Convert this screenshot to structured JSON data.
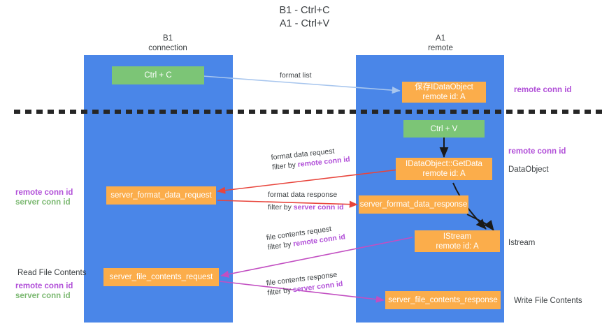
{
  "title": {
    "line1": "B1 - Ctrl+C",
    "line2": "A1 - Ctrl+V"
  },
  "columns": [
    {
      "name": "B1",
      "sub": "connection"
    },
    {
      "name": "A1",
      "sub": "remote"
    }
  ],
  "nodes": {
    "ctrl_c": {
      "label": "Ctrl + C",
      "color": "#7cc576"
    },
    "ctrl_v": {
      "label": "Ctrl + V",
      "color": "#7cc576"
    },
    "save_idataobject": {
      "line1": "保存IDataObject",
      "line2": "remote id: A",
      "color": "#fbad4b"
    },
    "getdata": {
      "line1": "IDataObject::GetData",
      "line2": "remote id: A",
      "color": "#fbad4b"
    },
    "istream": {
      "line1": "IStream",
      "line2": "remote id: A",
      "color": "#fbad4b"
    },
    "server_format_data_request": {
      "label": "server_format_data_request",
      "color": "#fbad4b"
    },
    "server_format_data_response": {
      "label": "server_format_data_response",
      "color": "#fbad4b"
    },
    "server_file_contents_request": {
      "label": "server_file_contents_request",
      "color": "#fbad4b"
    },
    "server_file_contents_response": {
      "label": "server_file_contents_response",
      "color": "#fbad4b"
    }
  },
  "arrows": {
    "format_list": {
      "label": "format list",
      "color": "#a8c6ee"
    },
    "format_data_request": {
      "label": "format data request",
      "filter_prefix": "filter by ",
      "filter_key": "remote conn id",
      "color": "#e8453c"
    },
    "format_data_response": {
      "label": "format data response",
      "filter_prefix": "filter by ",
      "filter_key": "server conn id",
      "color": "#e8453c"
    },
    "file_contents_request": {
      "label": "file contents request",
      "filter_prefix": "filter by ",
      "filter_key": "remote conn id",
      "color": "#c councils"
    },
    "file_contents_response": {
      "label": "file contents response",
      "filter_prefix": "filter by ",
      "filter_key": "server conn id",
      "color": "#c24fc2"
    }
  },
  "side_labels": {
    "right_remote_conn_id_top": "remote conn id",
    "right_remote_conn_id_mid": "remote conn id",
    "right_dataobject": "DataObject",
    "right_istream": "Istream",
    "right_write_file_contents": "Write File Contents",
    "left_remote_conn_id": "remote conn id",
    "left_server_conn_id": "server conn id",
    "left_read_file_contents": "Read File Contents",
    "left_remote_conn_id_2": "remote conn id",
    "left_server_conn_id_2": "server conn id"
  },
  "colors": {
    "lane": "#4a86e8",
    "green_node": "#7cc576",
    "orange_node": "#fbad4b",
    "purple": "#b14fd8",
    "green_text": "#7cb972",
    "red_arrow": "#e8453c",
    "magenta_arrow": "#c24fc2",
    "blue_arrow": "#a8c6ee",
    "divider": "#262626"
  }
}
